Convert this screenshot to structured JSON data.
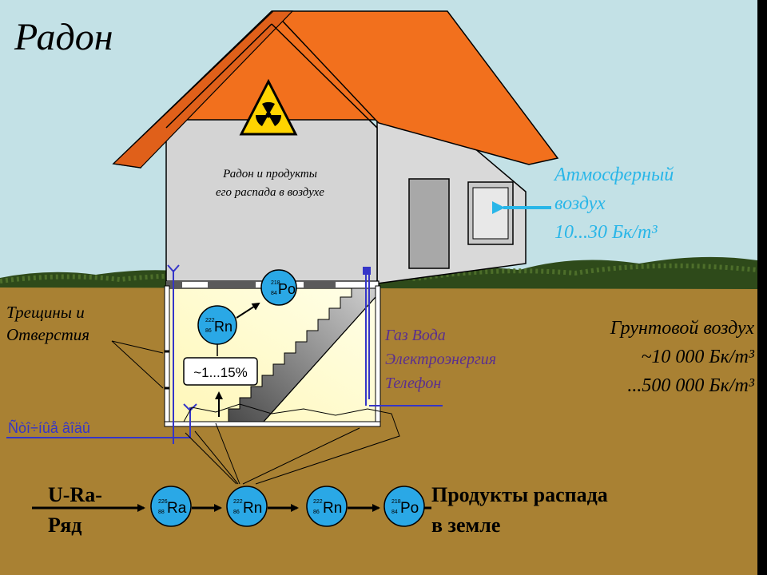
{
  "title": "Радон",
  "house_label": [
    "Радон и продукты",
    "его распада в воздухе"
  ],
  "atmo_label": [
    "Атмосферный",
    "воздух",
    "10...30 Бк/m³"
  ],
  "soil_label": [
    "Грунтовой воздух",
    "~10 000 Бк/m³",
    "...500 000 Бк/m³"
  ],
  "cracks_label": [
    "Трещины и",
    "Отверстия"
  ],
  "utilities_label": [
    "Газ Вода",
    "Электроэнергия",
    "Телефон"
  ],
  "drain_label": "Ñòî÷íûå âîäû",
  "percent_label": "~1...15%",
  "chain_label": [
    "U-Ra-",
    "Ряд"
  ],
  "products_label": [
    "Продукты распада",
    "в земле"
  ],
  "nuclides": {
    "po_indoor": {
      "mass": "218",
      "z": "84",
      "symbol": "Po"
    },
    "rn_indoor": {
      "mass": "222",
      "z": "86",
      "symbol": "Rn"
    },
    "ra": {
      "mass": "226",
      "z": "88",
      "symbol": "Ra"
    },
    "rn1": {
      "mass": "222",
      "z": "86",
      "symbol": "Rn"
    },
    "rn2": {
      "mass": "222",
      "z": "86",
      "symbol": "Rn"
    },
    "po": {
      "mass": "218",
      "z": "84",
      "symbol": "Po"
    }
  },
  "colors": {
    "sky": "#c3e1e6",
    "soil": "#a98133",
    "roof": "#f2701d",
    "wall": "#d2d2d2",
    "basement": "#ffffd0",
    "nuclide": "#2aa8e6",
    "atmo_text": "#29b6e8",
    "utility_text": "#5a2f8f",
    "drain_text": "#3535c8"
  }
}
